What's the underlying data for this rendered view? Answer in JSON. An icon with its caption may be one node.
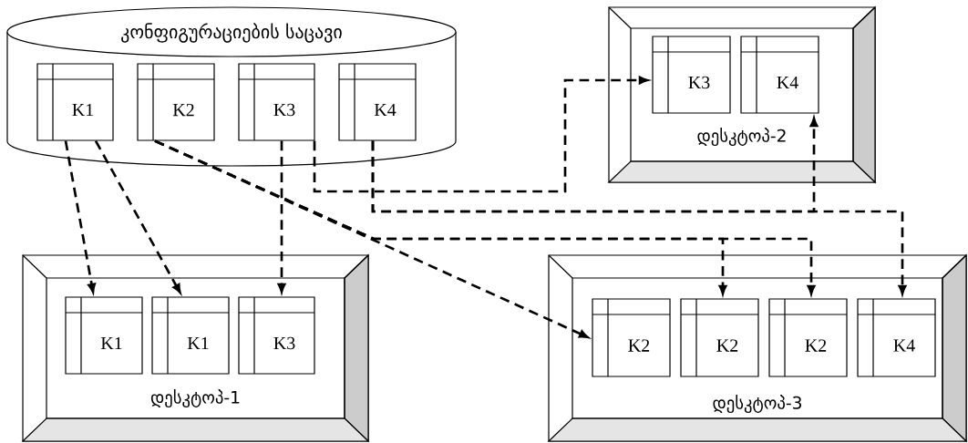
{
  "diagram": {
    "nodes": [
      {
        "text": [
          "კონფიგურაციების საცავი"
        ]
      },
      {
        "text": [
          "K1"
        ],
        "in": 0
      },
      {
        "text": [
          "K2"
        ],
        "in": 0
      },
      {
        "text": [
          "K3"
        ],
        "in": 0
      },
      {
        "text": [
          "K4"
        ],
        "in": 0
      },
      {
        "text": [
          "დესკტოპ-2"
        ]
      },
      {
        "text": [
          "K3"
        ],
        "in": 5
      },
      {
        "text": [
          "K4"
        ],
        "in": 5
      },
      {
        "text": [
          "დესკტოპ-1"
        ]
      },
      {
        "text": [
          "K1"
        ],
        "in": 8
      },
      {
        "text": [
          "K1"
        ],
        "in": 8
      },
      {
        "text": [
          "K3"
        ],
        "in": 8
      },
      {
        "text": [
          "დესკტოპ-3"
        ]
      },
      {
        "text": [
          "K2"
        ],
        "in": 12
      },
      {
        "text": [
          "K2"
        ],
        "in": 12
      },
      {
        "text": [
          "K2"
        ],
        "in": 12
      },
      {
        "text": [
          "K4"
        ],
        "in": 12
      }
    ],
    "edges": [
      {
        "from": 1,
        "to": 9,
        "arrow": "to",
        "style": "dashed"
      },
      {
        "from": 1,
        "to": 10,
        "arrow": "to",
        "style": "dashed"
      },
      {
        "from": 3,
        "to": 11,
        "arrow": "to",
        "style": "dashed"
      },
      {
        "from": 2,
        "to": 13,
        "arrow": "to",
        "style": "dashed"
      },
      {
        "from": 2,
        "to": 14,
        "arrow": "to",
        "style": "dashed"
      },
      {
        "from": 2,
        "to": 15,
        "arrow": "to",
        "style": "dashed"
      },
      {
        "from": 3,
        "to": 6,
        "arrow": "to",
        "style": "dashed"
      },
      {
        "from": 4,
        "to": 7,
        "arrow": "to",
        "style": "dashed"
      },
      {
        "from": 4,
        "to": 16,
        "arrow": "to",
        "style": "dashed"
      }
    ]
  }
}
